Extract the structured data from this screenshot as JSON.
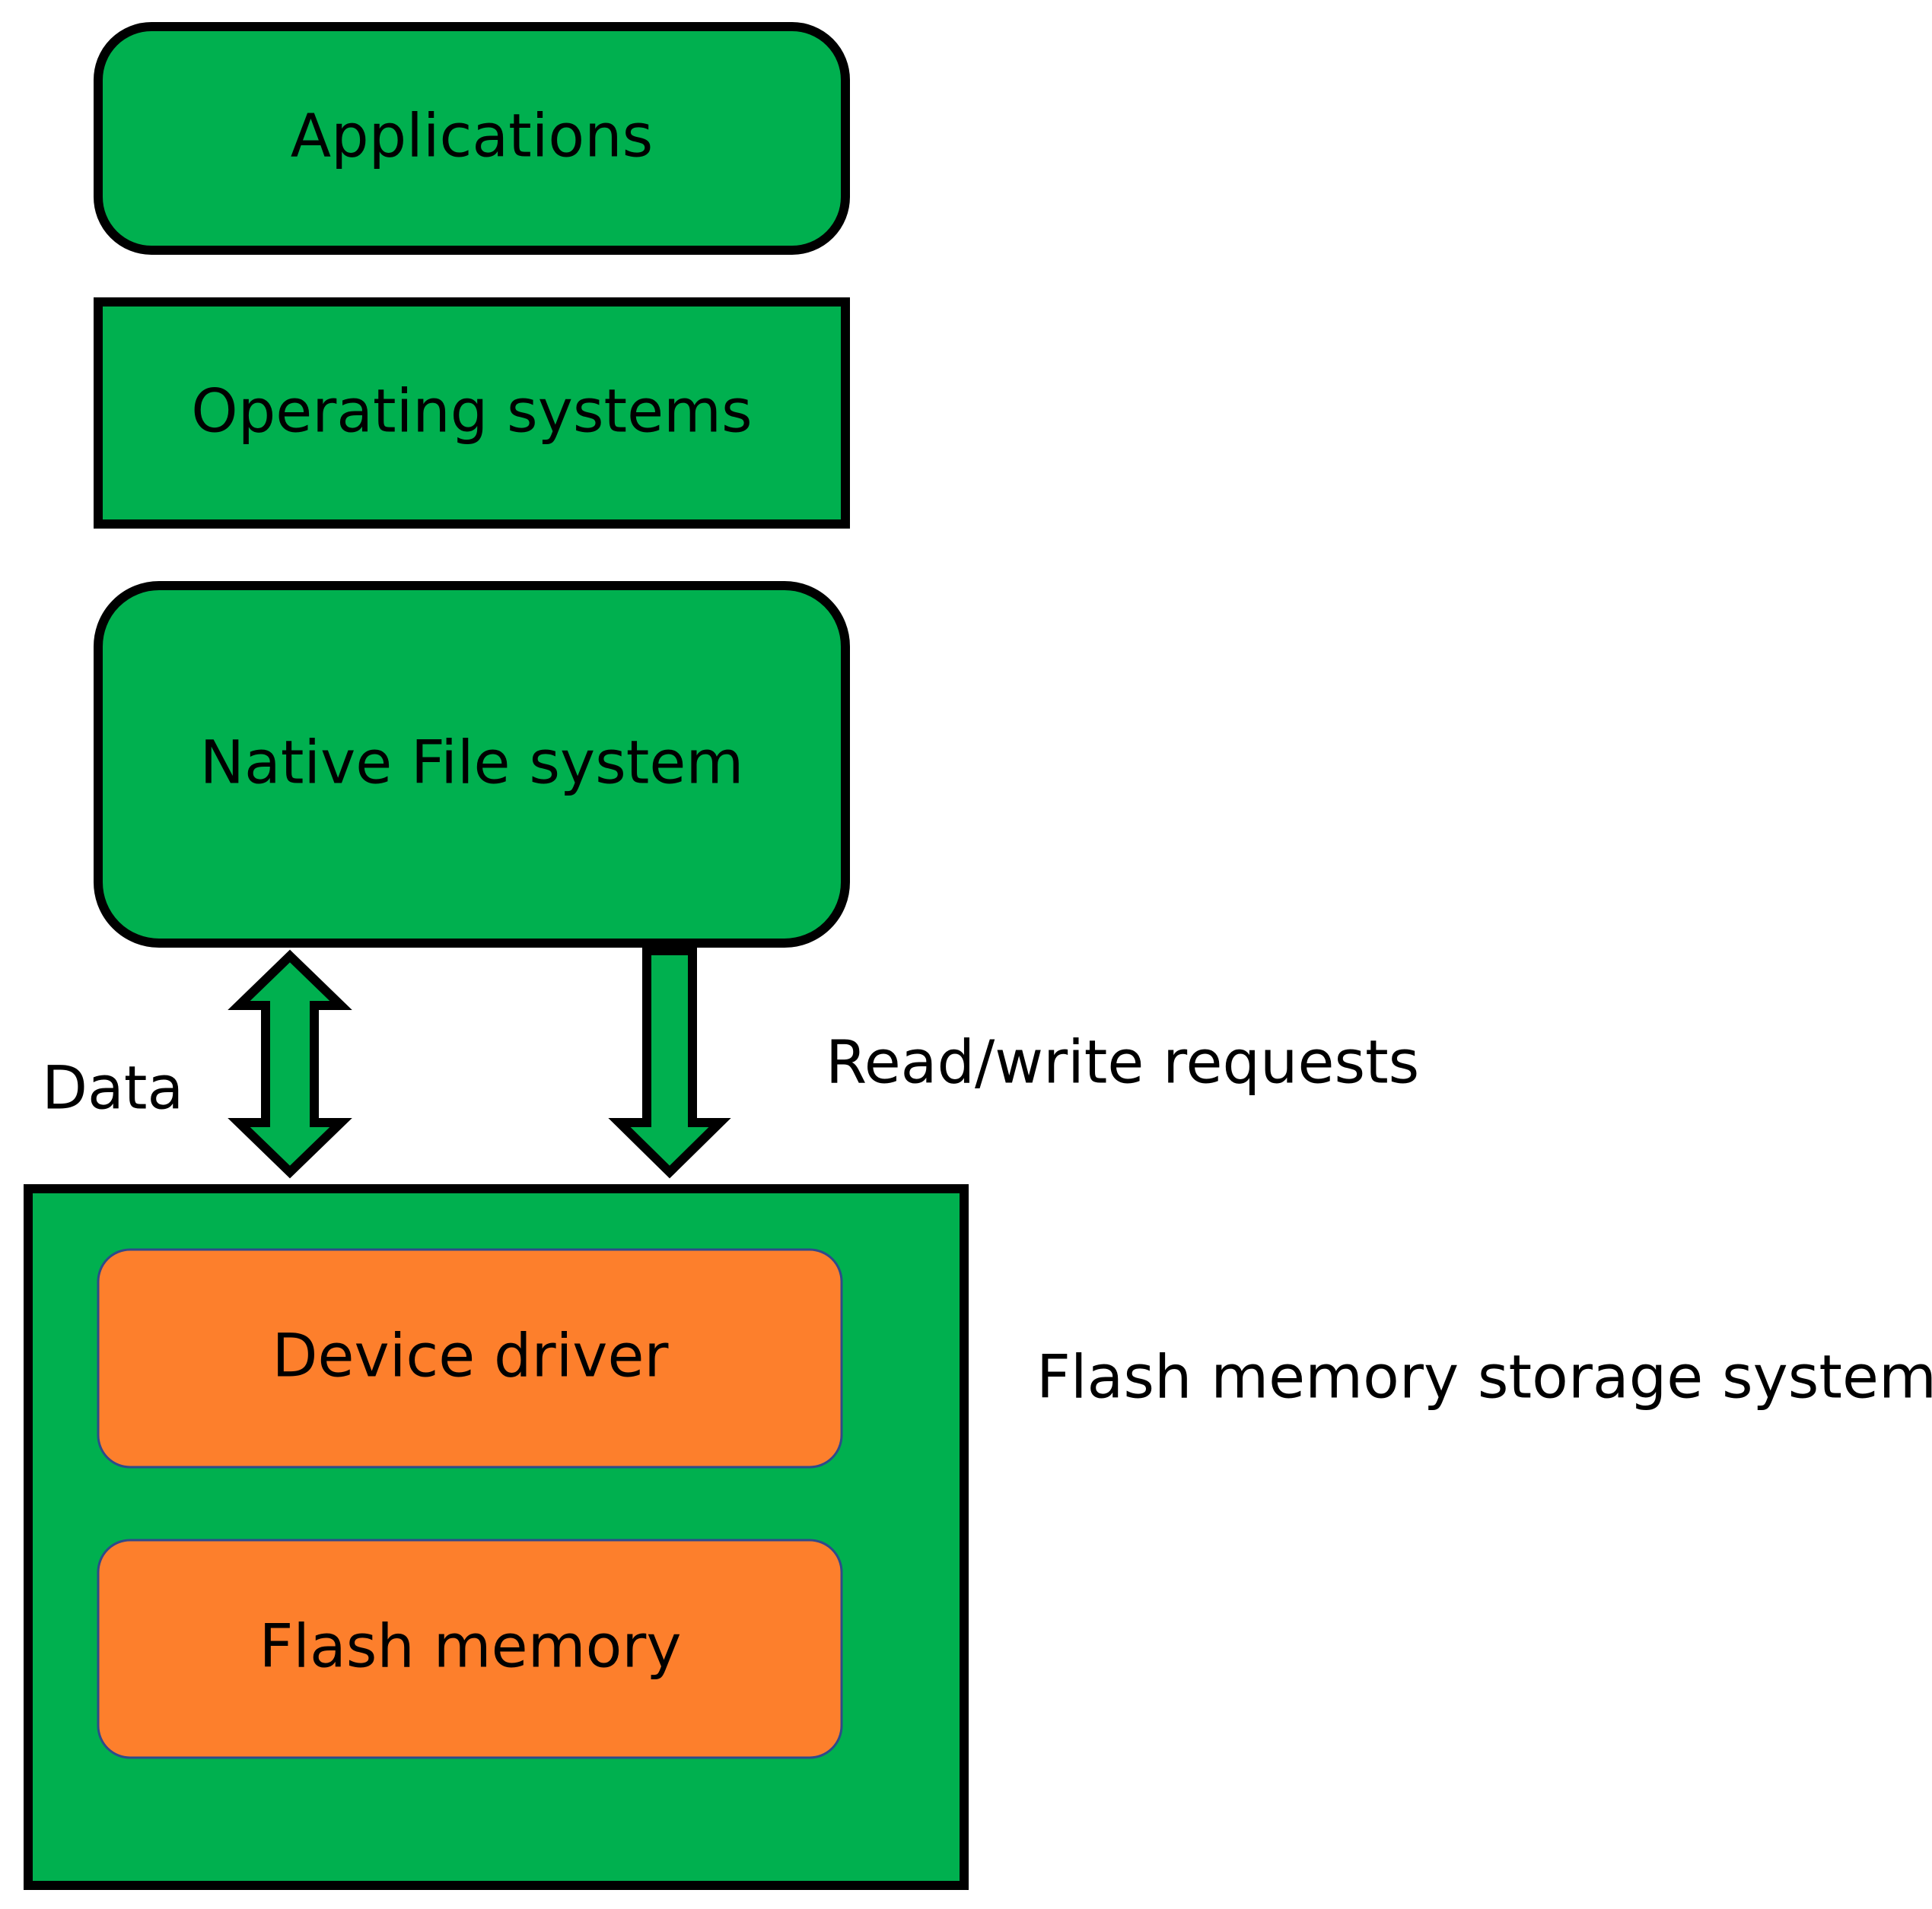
{
  "colors": {
    "green": "#00b04f",
    "orange": "#fd7f2c",
    "outline": "#000000",
    "inner_outline": "#2f4a8a"
  },
  "layers": {
    "applications": "Applications",
    "operating_systems": "Operating systems",
    "native_file_system": "Native File system"
  },
  "storage_system": {
    "label": "Flash memory storage system",
    "device_driver": "Device driver",
    "flash_memory": "Flash memory"
  },
  "arrows": {
    "data_label": "Data",
    "requests_label": "Read/write requests"
  }
}
